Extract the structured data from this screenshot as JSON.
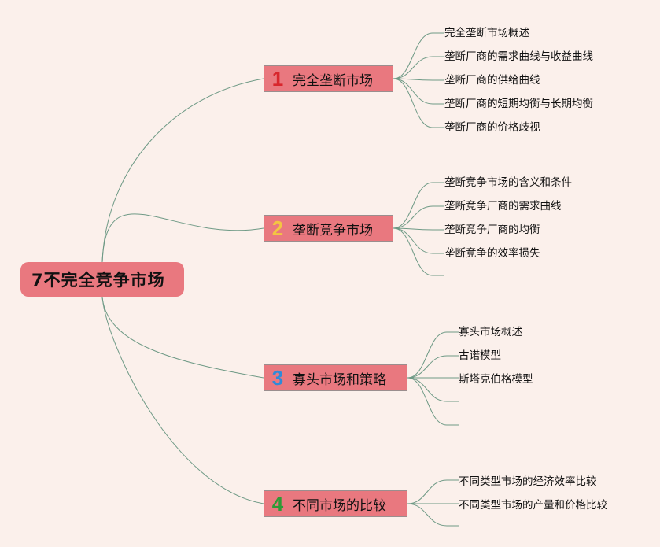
{
  "root": {
    "label": "7不完全竞争市场"
  },
  "colors": {
    "background": "#fbf0eb",
    "node_fill": "#e9787f",
    "link": "#6f9a86",
    "num1": "#d8262d",
    "num2": "#f3c542",
    "num3": "#2f8ad8",
    "num4": "#2f9a36"
  },
  "branches": [
    {
      "number": "1",
      "label": "完全垄断市场",
      "children": [
        "完全垄断市场概述",
        "垄断厂商的需求曲线与收益曲线",
        "垄断厂商的供给曲线",
        "垄断厂商的短期均衡与长期均衡",
        "垄断厂商的价格歧视"
      ]
    },
    {
      "number": "2",
      "label": "垄断竞争市场",
      "children": [
        "垄断竞争市场的含义和条件",
        "垄断竞争厂商的需求曲线",
        "垄断竞争厂商的均衡",
        "垄断竞争的效率损失",
        ""
      ]
    },
    {
      "number": "3",
      "label": "寡头市场和策略",
      "children": [
        "寡头市场概述",
        "古诺模型",
        "斯塔克伯格模型",
        "",
        ""
      ]
    },
    {
      "number": "4",
      "label": "不同市场的比较",
      "children": [
        "不同类型市场的经济效率比较",
        "不同类型市场的产量和价格比较",
        ""
      ]
    }
  ]
}
